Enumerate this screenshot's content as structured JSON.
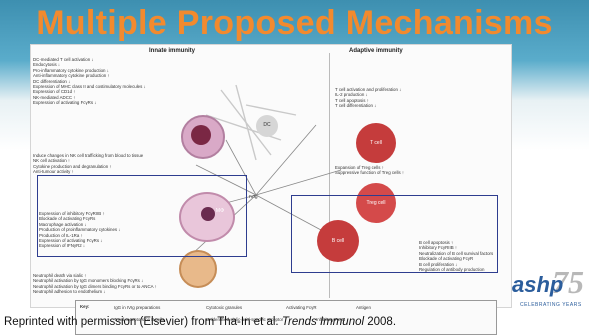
{
  "title": "Multiple Proposed Mechanisms",
  "figure": {
    "innate_title": "Innate immunity",
    "adaptive_title": "Adaptive immunity",
    "innate_text_1": "DC-mediated T cell activation ↓\nEndocytosis ↓\nPro-inflammatory cytokine production ↓\nAnti-inflammatory cytokine production ↑\nDC differentiation ↓\nExpression of MHC class II and costimulatory molecules ↓\nExpression of CD1d ↑\nNK-mediated ADCC ↑\nExpression of activating FcγRs ↓",
    "innate_text_2": "Induce changes in NK cell trafficking from blood to tissue\nNK cell activation ↑\nCytokine production and degranulation ↑\nAnti-tumour activity ↑",
    "innate_text_3": "Expression of inhibitory FcγRIIB ↑\nBlockade of activating FcγRs\nMacrophage activation ↓\nProduction of proinflammatory cytokines ↓\nProduction of IL-1Ra ↑\nExpression of activating FcγRs ↓\nExpression of IFNγR2 ↓",
    "innate_text_4": "Neutrophil death via sialic ↑\nNeutrophil activation by IgG monomers blocking FcγRs ↓\nNeutrophil activation by IgG dimers binding FcγRs or to ANCA ↑\nNeutrophil adhesion to endothelium ↓",
    "adaptive_text_1": "T cell activation and proliferation ↓\nIL-2 production ↓\nT cell apoptosis ↑\nT cell differentiation ↓",
    "adaptive_text_2": "Expansion of Treg cells ↑\nSuppressive function of Treg cells ↑",
    "adaptive_text_3": "B cell apoptosis ↑\nInhibitory FcγRIIB ↑\nNeutralization of B cell survival factors\nBlockade of activating FcγR\nB cell proliferation ↓\nRegulation of antibody production",
    "cells": {
      "dc": "DC",
      "t_cell": "T cell",
      "treg_cell": "Treg cell",
      "mo": "MΦ",
      "b_cell": "B cell",
      "ivig": "IVIg"
    },
    "key_title": "Key:",
    "key_items": [
      "IgG in IVIg preparations",
      "Cytotoxic granules",
      "Activating FcγR",
      "Antigen",
      "T cell receptors on B cells",
      "Unidentified sialic-acid-specific receptor",
      "Inhibitory FcγR"
    ]
  },
  "logo": {
    "text": "ashp",
    "number": "75",
    "sub": "CELEBRATING YEARS"
  },
  "footer": {
    "prefix": "Reprinted with permission (Elsevier) from Tha-In et al.",
    "journal": "Trends Immunol",
    "year": "2008."
  },
  "colors": {
    "title": "#f28a2e",
    "box_border": "#2e3d8f",
    "logo": "#2b5d9c"
  }
}
